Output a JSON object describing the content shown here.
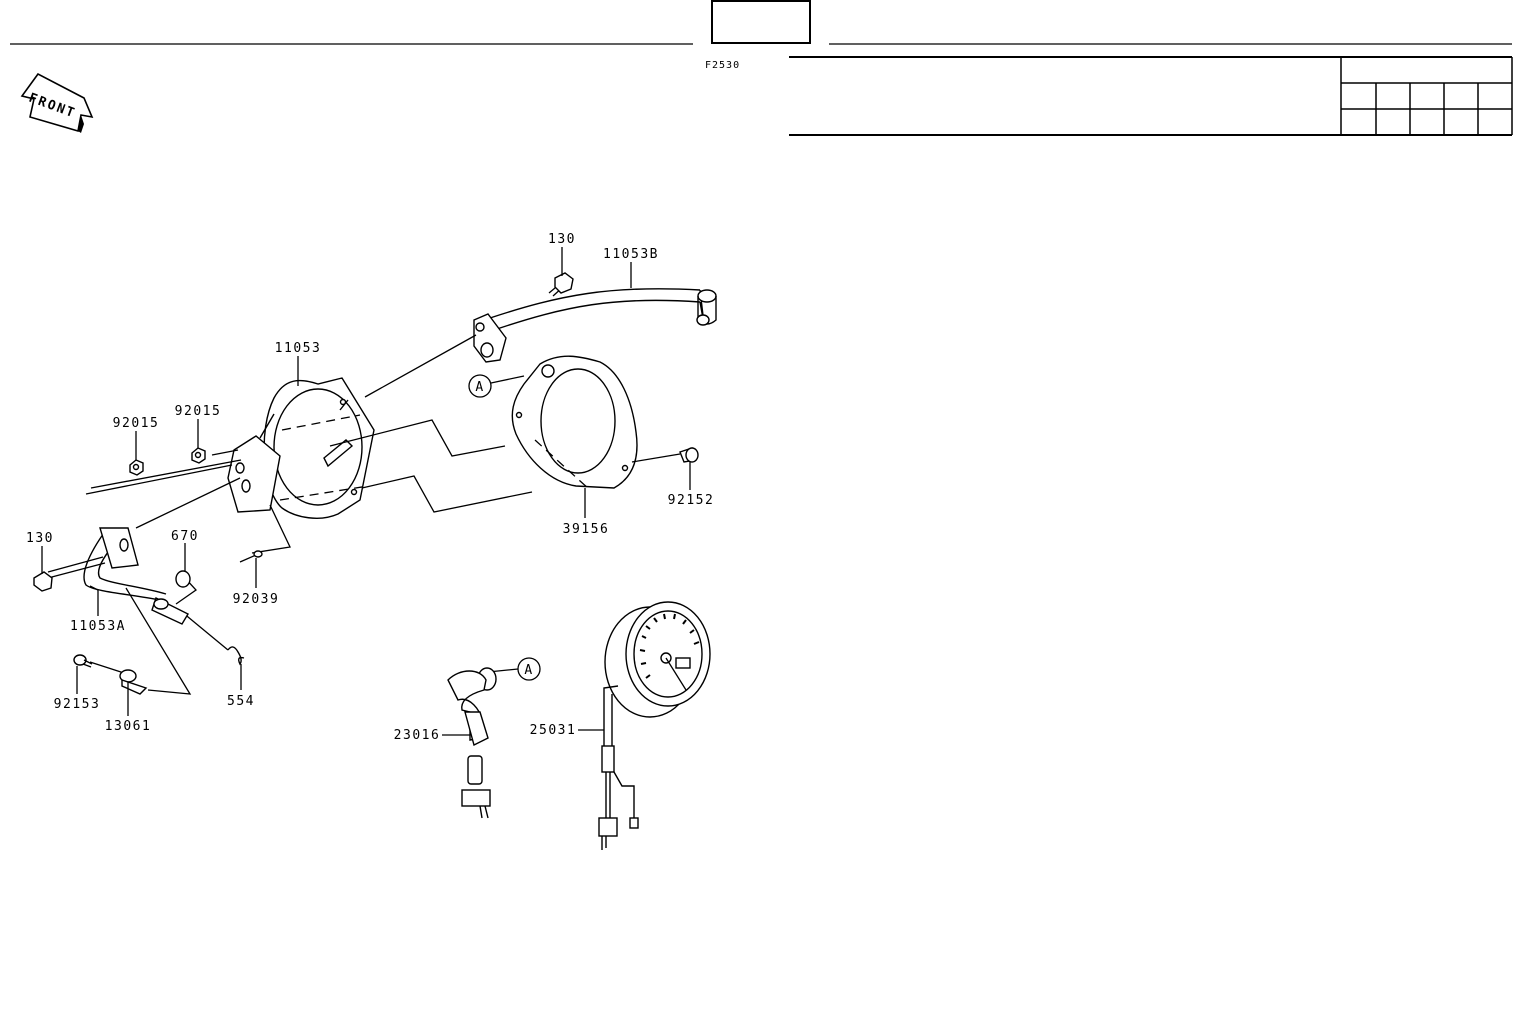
{
  "page": {
    "figure_code": "F2530",
    "front_arrow_text": "FRONT"
  },
  "parts": [
    {
      "id": "p130-top",
      "label": "130"
    },
    {
      "id": "p11053b",
      "label": "11053B"
    },
    {
      "id": "p11053",
      "label": "11053"
    },
    {
      "id": "p92015-a",
      "label": "92015"
    },
    {
      "id": "p92015-b",
      "label": "92015"
    },
    {
      "id": "p130-left",
      "label": "130"
    },
    {
      "id": "p670",
      "label": "670"
    },
    {
      "id": "p92039",
      "label": "92039"
    },
    {
      "id": "p11053a",
      "label": "11053A"
    },
    {
      "id": "p92153",
      "label": "92153"
    },
    {
      "id": "p13061",
      "label": "13061"
    },
    {
      "id": "p554",
      "label": "554"
    },
    {
      "id": "p39156",
      "label": "39156"
    },
    {
      "id": "p92152",
      "label": "92152"
    },
    {
      "id": "p23016",
      "label": "23016"
    },
    {
      "id": "p25031",
      "label": "25031"
    }
  ],
  "reference_markers": [
    {
      "id": "ref-a-upper",
      "label": "A"
    },
    {
      "id": "ref-a-lower",
      "label": "A"
    }
  ]
}
